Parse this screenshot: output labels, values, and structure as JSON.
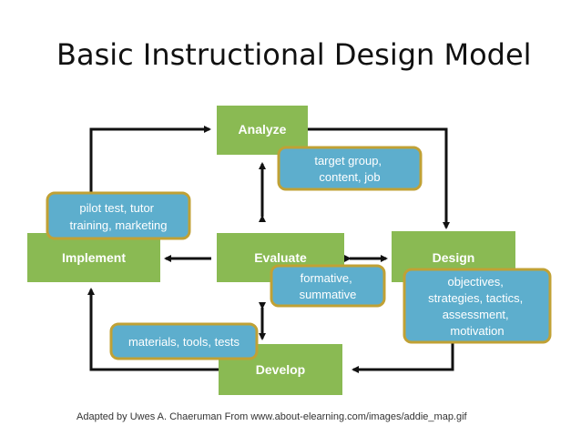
{
  "title": "Basic Instructional Design Model",
  "stages": {
    "analyze": "Analyze",
    "design": "Design",
    "develop": "Develop",
    "implement": "Implement",
    "evaluate": "Evaluate"
  },
  "notes": {
    "analyze": [
      "target group,",
      "content, job"
    ],
    "implement": [
      "pilot test, tutor",
      "training, marketing"
    ],
    "evaluate": [
      "formative,",
      "summative"
    ],
    "design": [
      "objectives,",
      "strategies, tactics,",
      "assessment,",
      "motivation"
    ],
    "develop": [
      "materials, tools, tests"
    ]
  },
  "colors": {
    "stage_fill": "#8aba53",
    "note_fill": "#5daecd",
    "note_border": "#c0a135",
    "arrow": "#111111"
  },
  "credit": "Adapted by Uwes A. Chaeruman From www.about-elearning.com/images/addie_map.gif"
}
